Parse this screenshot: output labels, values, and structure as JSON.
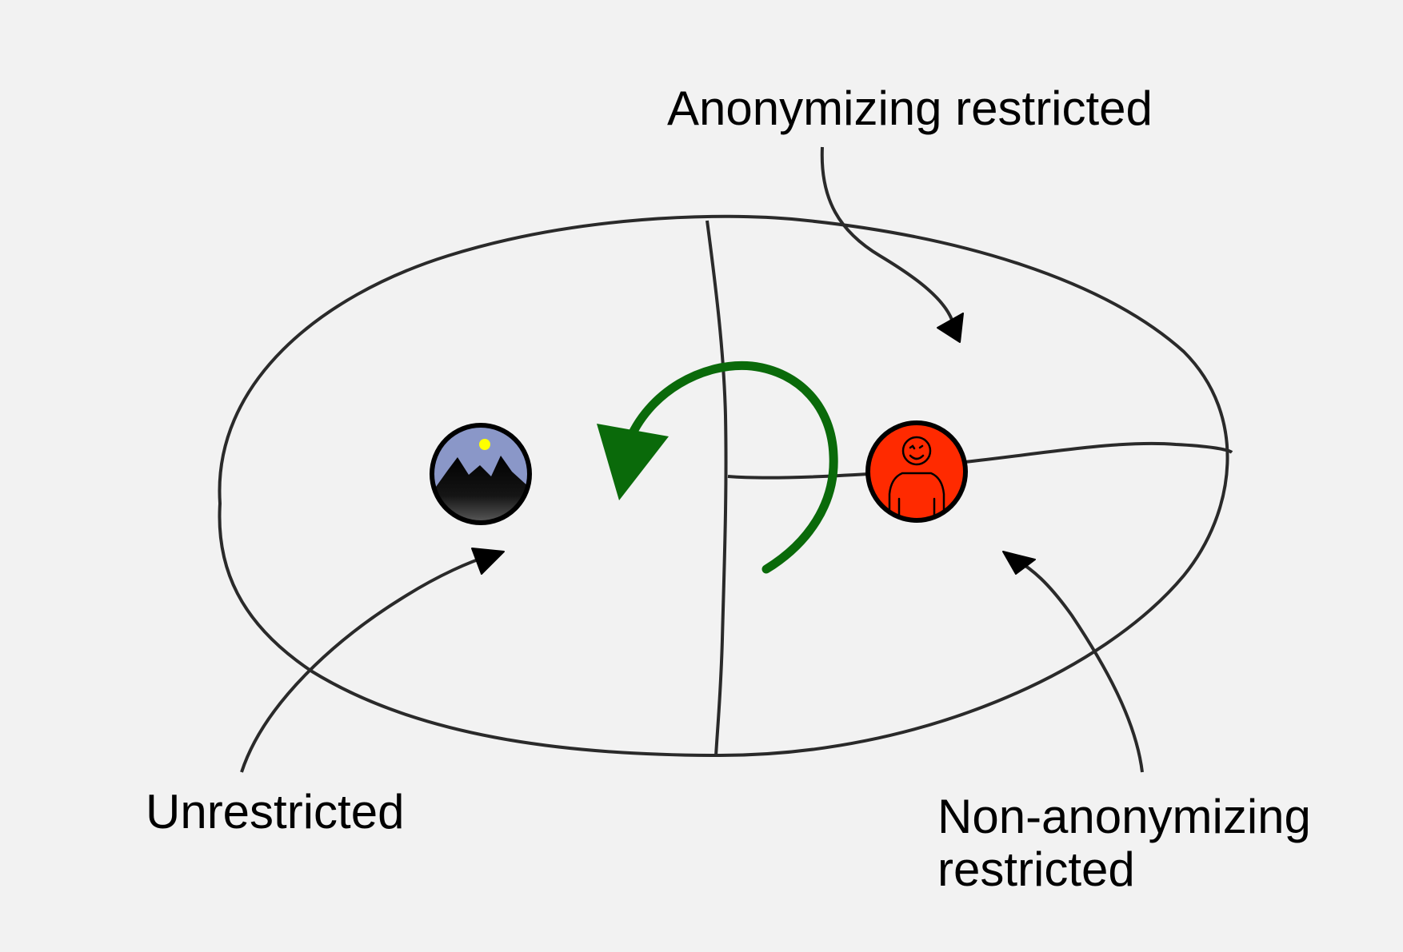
{
  "labels": {
    "anonymizing_restricted": "Anonymizing restricted",
    "unrestricted": "Unrestricted",
    "non_anonymizing_line1": "Non-anonymizing",
    "non_anonymizing_line2": "restricted"
  },
  "colors": {
    "background": "#f2f2f2",
    "stroke": "#2a2a2a",
    "rotation_arrow": "#0a6a0a",
    "person_icon_fill": "#ff2a00",
    "landscape_sky": "#8a97c8",
    "sun": "#ffff00"
  },
  "icons": {
    "landscape": "mountain-landscape-icon",
    "person": "smiling-person-icon",
    "rotation": "counterclockwise-rotation-arrow-icon"
  }
}
